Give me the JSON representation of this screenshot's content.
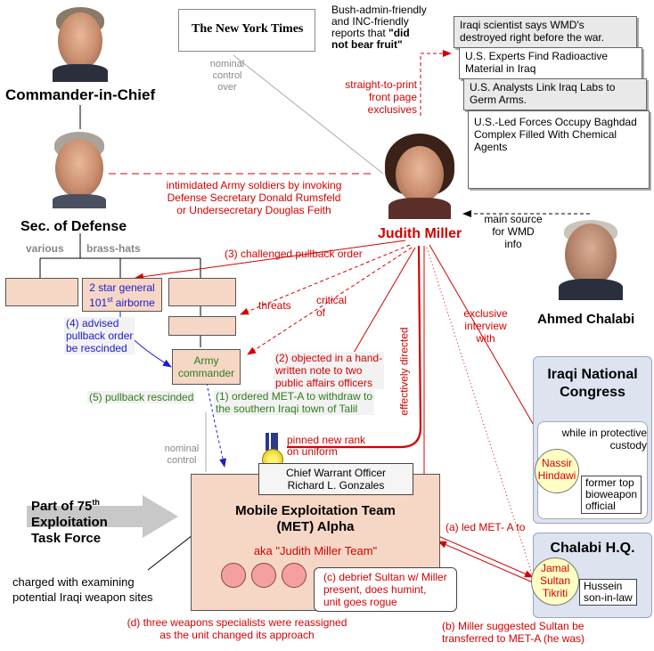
{
  "people": {
    "bush": {
      "label": "Commander-in-Chief"
    },
    "rumsfeld": {
      "label": "Sec. of Defense"
    },
    "miller": {
      "label": "Judith Miller"
    },
    "chalabi": {
      "label": "Ahmed Chalabi"
    }
  },
  "brass": {
    "various": "various",
    "brass_hats": "brass-hats"
  },
  "nyt": {
    "logo": "The New York Times"
  },
  "top_note": {
    "line1": "Bush-admin-friendly",
    "line2": "and INC-friendly",
    "line3": "reports that ",
    "line3b": "\"did",
    "line4": "not bear fruit\""
  },
  "headlines": [
    {
      "text": "Iraqi scientist says WMD's destroyed right before the war."
    },
    {
      "text": "U.S. Experts Find Radioactive Material in Iraq"
    },
    {
      "text": "U.S. Analysts Link Iraq Labs to Germ Arms."
    },
    {
      "text": "U.S.-Led Forces Occupy Baghdad Complex Filled With Chemical Agents"
    }
  ],
  "edges": {
    "nominal_control_over": [
      "nominal",
      "control",
      "over"
    ],
    "straight_to_print": [
      "straight-to-print",
      "front page",
      "exclusives"
    ],
    "intimidated": [
      "intimidated Army soldiers by invoking",
      "Defense Secretary Donald Rumsfeld",
      "or Undersecretary Douglas Feith"
    ],
    "main_source": [
      "main source",
      "for WMD",
      "info"
    ],
    "challenged": "(3) challenged pullback order",
    "threats": "threats",
    "critical_of": [
      "critical",
      "of"
    ],
    "objected": [
      "(2) objected in a hand-",
      "written note to two",
      "public affairs officers"
    ],
    "effectively_directed": "effectively directed",
    "exclusive_interview": [
      "exclusive",
      "interview",
      "with"
    ],
    "advised": [
      "(4) advised",
      "pullback order",
      "be rescinded"
    ],
    "rescinded": "(5) pullback rescinded",
    "ordered": [
      "(1) ordered MET-A to  withdraw to",
      "the southern Iraqi town of Talil"
    ],
    "nominal_control": [
      "nominal",
      "control"
    ],
    "pinned": [
      "pinned new rank",
      "on uniform"
    ],
    "led_met": "(a) led MET- A to",
    "miller_suggested": [
      "(b) Miller suggested Sultan be",
      "transferred to MET-A (he was)"
    ],
    "reassigned": [
      "(d) three weapons specialists were reassigned",
      "as the unit changed its approach"
    ],
    "charged": [
      "charged with examining",
      "potential Iraqi weapon sites"
    ]
  },
  "org": {
    "two_star": [
      "2 star general",
      "101",
      "st",
      " airborne"
    ],
    "army_commander": [
      "Army",
      "commander"
    ]
  },
  "part_of": {
    "l1": "Part of 75",
    "sup": "th",
    "l2": "Exploitation",
    "l3": "Task Force"
  },
  "met": {
    "title1": "Mobile Exploitation Team",
    "title2": "(MET) Alpha",
    "aka": "aka \"Judith Miller Team\"",
    "officer1": "Chief Warrant Officer",
    "officer2": "Richard L. Gonzales",
    "debrief": [
      "(c) debrief Sultan w/ Miller",
      "present, does humint,",
      "unit goes rogue"
    ]
  },
  "inc": {
    "title1": "Iraqi National",
    "title2": "Congress",
    "custody1": "while in protective",
    "custody2": "custody",
    "nassir": [
      "Nassir",
      "Hindawi"
    ],
    "nassir_desc": [
      "former top",
      "bioweapon",
      "official"
    ]
  },
  "hq": {
    "title": "Chalabi H.Q.",
    "jamal": [
      "Jamal",
      "Sultan",
      "Tikriti"
    ],
    "jamal_desc": [
      "Hussein",
      "son-in-law"
    ]
  }
}
